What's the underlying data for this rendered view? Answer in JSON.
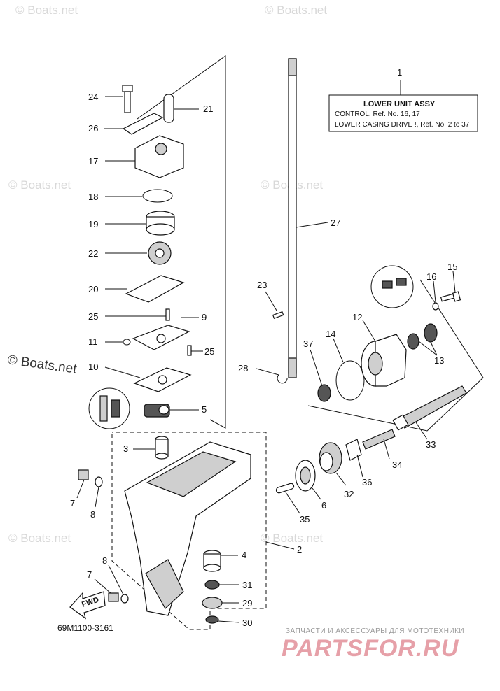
{
  "watermarks": {
    "top": "© Boats.net",
    "mid_left": "© Boats.net",
    "mid_right": "© Boats.net",
    "side": "© Boats.net",
    "low_left": "© Boats.net",
    "low_right": "© Boats.net"
  },
  "assembly_box": {
    "title": "LOWER UNIT ASSY",
    "line1": "CONTROL,   Ref. No. 16, 17",
    "line2": "LOWER CASING DRIVE !,  Ref. No. 2 to 37"
  },
  "callouts": {
    "c1": "1",
    "c2": "2",
    "c3": "3",
    "c4": "4",
    "c5": "5",
    "c6": "6",
    "c7a": "7",
    "c7b": "7",
    "c8a": "8",
    "c8b": "8",
    "c9": "9",
    "c10": "10",
    "c11": "11",
    "c12": "12",
    "c13": "13",
    "c14": "14",
    "c15": "15",
    "c16": "16",
    "c17": "17",
    "c18": "18",
    "c19": "19",
    "c20": "20",
    "c21": "21",
    "c22": "22",
    "c23": "23",
    "c24": "24",
    "c25a": "25",
    "c25b": "25",
    "c26": "26",
    "c27": "27",
    "c28": "28",
    "c29": "29",
    "c30": "30",
    "c31": "31",
    "c32": "32",
    "c33": "33",
    "c34": "34",
    "c35": "35",
    "c36": "36",
    "c37": "37"
  },
  "fwd_label": "FWD",
  "diagram_code": "69M1100-3161",
  "footer": {
    "tagline": "ЗАПЧАСТИ И АКСЕССУАРЫ ДЛЯ МОТОТЕХНИКИ",
    "brand": "PARTSFOR.RU"
  },
  "colors": {
    "line": "#111111",
    "watermark": "#d8d8d8",
    "brand": "#e6a0a8"
  }
}
